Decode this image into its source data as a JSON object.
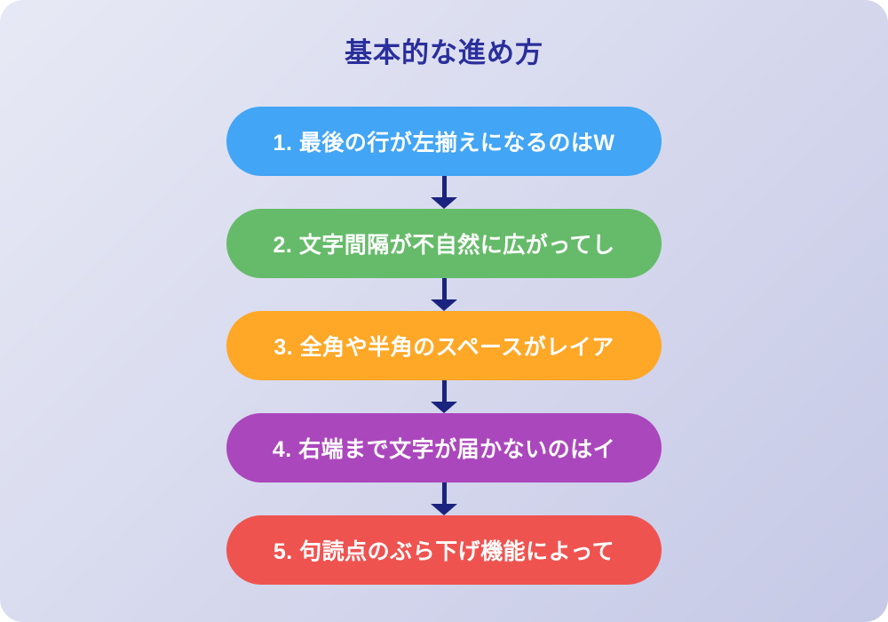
{
  "title": "基本的な進め方",
  "flow": {
    "steps": [
      {
        "label": "1. 最後の行が左揃えになるのはW",
        "color": "#42A5F5"
      },
      {
        "label": "2. 文字間隔が不自然に広がってし",
        "color": "#66BB6A"
      },
      {
        "label": "3. 全角や半角のスペースがレイア",
        "color": "#FFA726"
      },
      {
        "label": "4. 右端まで文字が届かないのはイ",
        "color": "#AB47BC"
      },
      {
        "label": "5. 句読点のぶら下げ機能によって",
        "color": "#EF5350"
      }
    ]
  },
  "colors": {
    "title_color": "#2A2F9C",
    "arrow_color": "#1A237E",
    "background_start": "#E7E9F5",
    "background_end": "#C6C9E6",
    "step_text_color": "#FFFFFF"
  }
}
